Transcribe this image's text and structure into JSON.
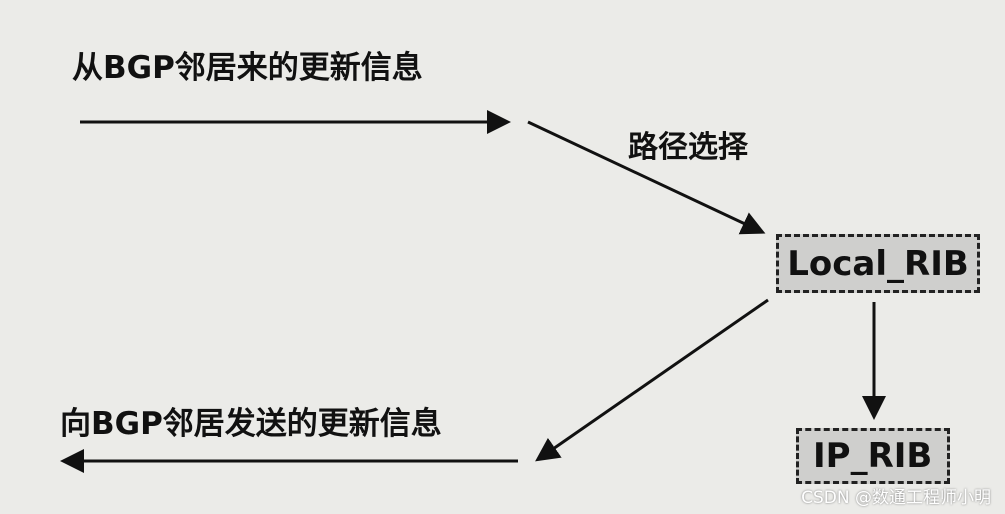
{
  "labels": {
    "incoming": "从BGP邻居来的更新信息",
    "path_selection": "路径选择",
    "outgoing": "向BGP邻居发送的更新信息"
  },
  "boxes": {
    "local_rib": "Local_RIB",
    "ip_rib": "IP_RIB"
  },
  "watermark": "CSDN @数通工程师小明"
}
